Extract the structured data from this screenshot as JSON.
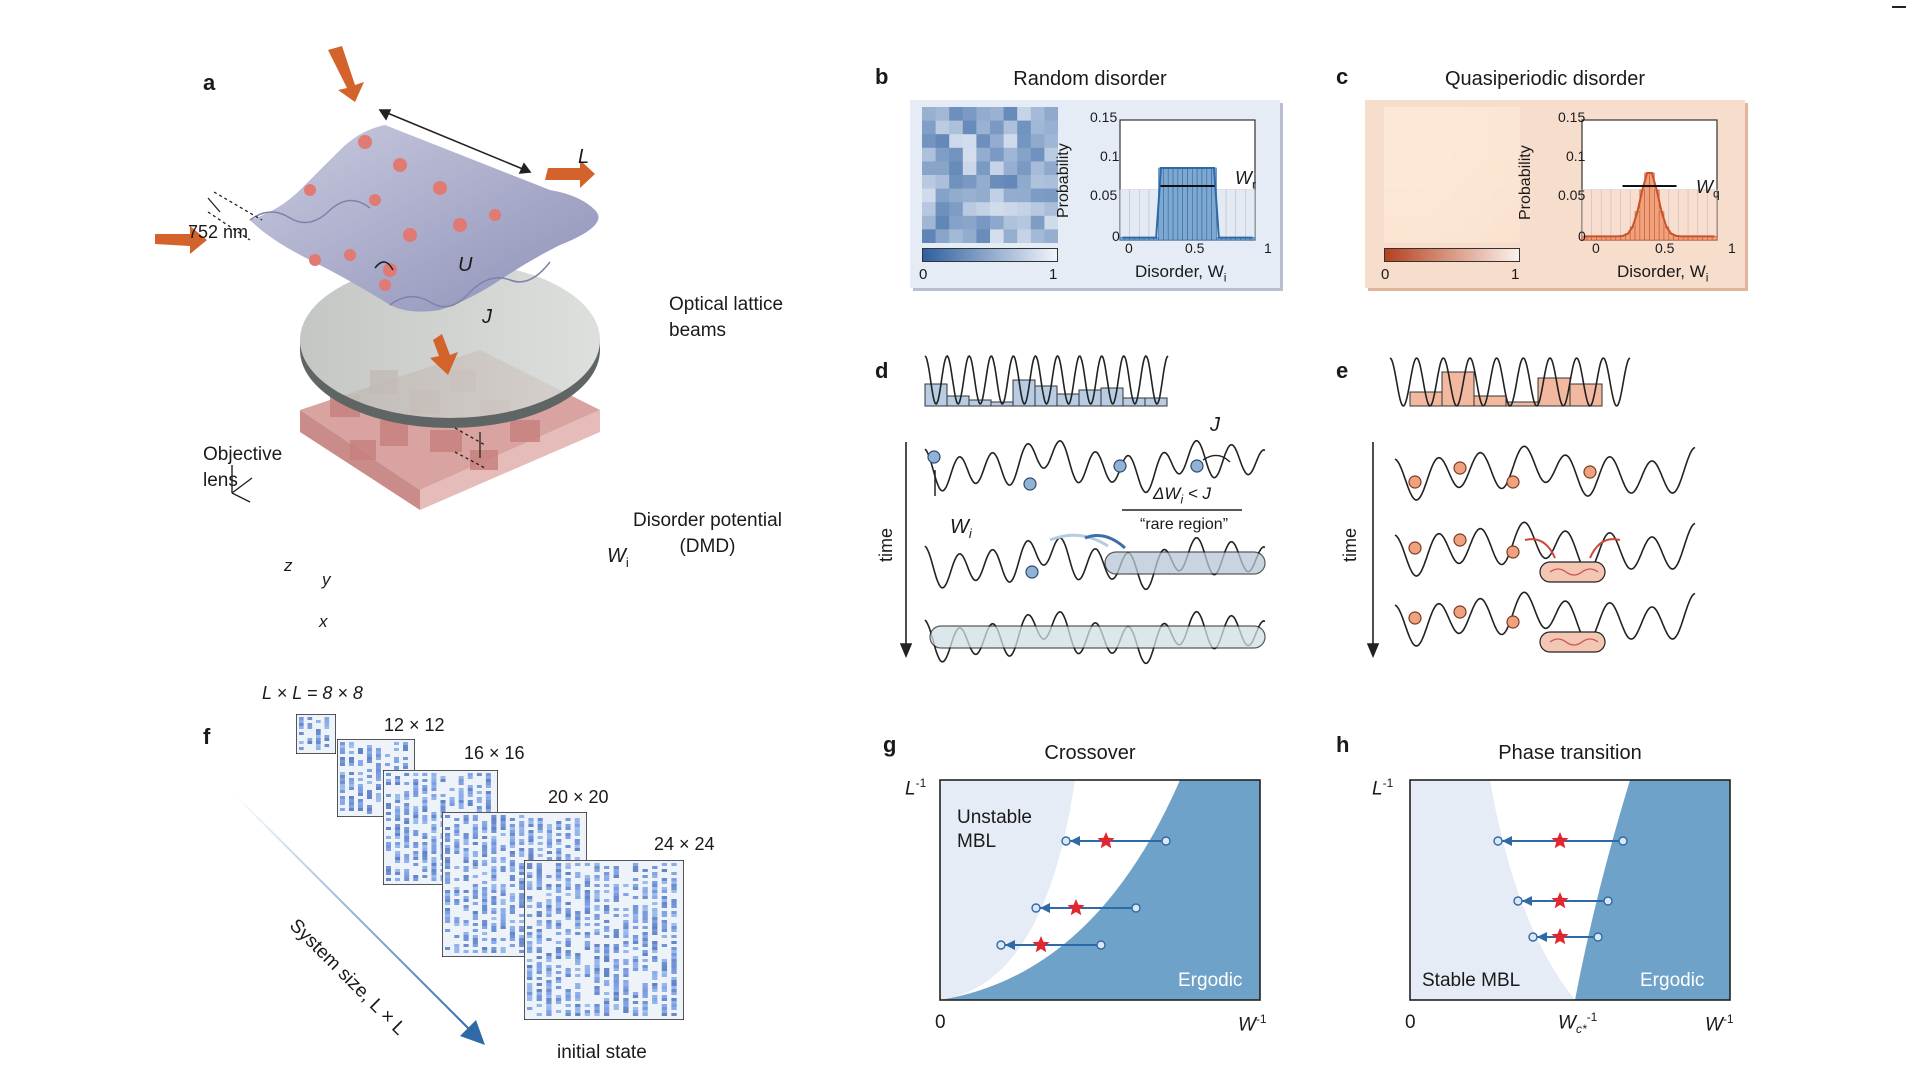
{
  "panels": {
    "a": {
      "label": "a",
      "L": "L",
      "lattice_spacing": "752 nm",
      "U": "U",
      "J": "J",
      "optical_lattice_beams": [
        "Optical lattice",
        "beams"
      ],
      "objective_lens": [
        "Objective",
        "lens"
      ],
      "disorder_potential": [
        "Disorder potential",
        "(DMD)"
      ],
      "Wi": "W",
      "Wi_sub": "i",
      "axes": {
        "z": "z",
        "y": "y",
        "x": "x"
      }
    },
    "b": {
      "label": "b",
      "title": "Random disorder",
      "ylabel": "Probability",
      "xlabel": "Disorder, W",
      "xlabel_sub": "i",
      "yticks": [
        "0",
        "0.05",
        "0.1",
        "0.15"
      ],
      "xticks": [
        "0",
        "0.5",
        "1"
      ],
      "colorbar_ticks": [
        "0",
        "1"
      ],
      "width_label": "W",
      "width_sub": "r"
    },
    "c": {
      "label": "c",
      "title": "Quasiperiodic disorder",
      "ylabel": "Probability",
      "xlabel": "Disorder, W",
      "xlabel_sub": "i",
      "yticks": [
        "0",
        "0.05",
        "0.1",
        "0.15"
      ],
      "xticks": [
        "0",
        "0.5",
        "1"
      ],
      "colorbar_ticks": [
        "0",
        "1"
      ],
      "width_label": "W",
      "width_sub": "q"
    },
    "d": {
      "label": "d",
      "J": "J",
      "Wi": "W",
      "Wi_sub": "i",
      "rare_condition": "ΔW",
      "rare_condition_rest": "< J",
      "rare_region": "“rare region”",
      "time": "time"
    },
    "e": {
      "label": "e",
      "time": "time"
    },
    "f": {
      "label": "f",
      "sizes": [
        "L × L = 8 × 8",
        "12 × 12",
        "16 × 16",
        "20 × 20",
        "24 × 24"
      ],
      "axis_label": "System size, L × L",
      "caption": "initial state"
    },
    "g": {
      "label": "g",
      "title": "Crossover",
      "ylabel": "L",
      "ylabel_sup": "-1",
      "xorigin": "0",
      "xlabel": "W",
      "xlabel_sup": "-1",
      "region_left": [
        "Unstable",
        "MBL"
      ],
      "region_right": "Ergodic"
    },
    "h": {
      "label": "h",
      "title": "Phase transition",
      "ylabel": "L",
      "ylabel_sup": "-1",
      "xorigin": "0",
      "xcritical": "W",
      "xcritical_sub": "c*",
      "xcritical_sup": "-1",
      "xlabel": "W",
      "xlabel_sup": "-1",
      "region_left": "Stable MBL",
      "region_right": "Ergodic"
    }
  },
  "colors": {
    "blue_dark": "#2f6aa8",
    "blue_mid": "#6fa2c8",
    "blue_light": "#e6ecf6",
    "panel_b_bg": "#e6ecf6",
    "orange_dark": "#c8532a",
    "orange_mid": "#f0a27e",
    "panel_c_bg": "#f7ddcc",
    "star_red": "#e0262e",
    "atom": "#e07a72",
    "lattice": "#a7a9c8"
  }
}
